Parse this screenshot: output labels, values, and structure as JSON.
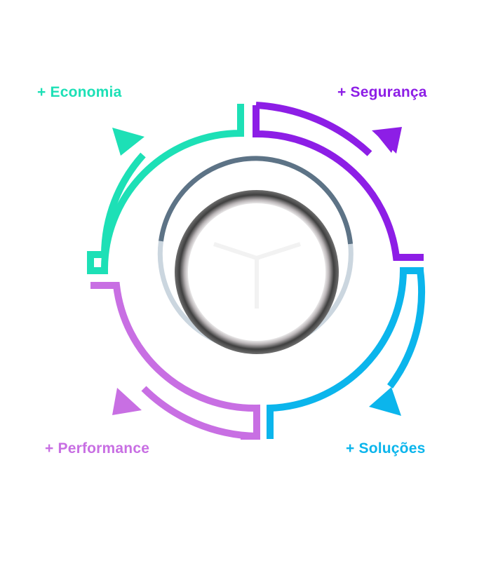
{
  "labels": {
    "economia": "+ Economia",
    "seguranca": "+ Segurança",
    "performance": "+ Performance",
    "solucoes": "+ Soluções"
  },
  "colors": {
    "economia": "#1de0b6",
    "seguranca": "#8d1ee6",
    "performance": "#c86fe3",
    "solucoes": "#0bb5ec",
    "ring_dark": "#5d7386",
    "ring_light": "#cbd6df",
    "hub_ring": "#4a4a4a",
    "hub_center": "#ffffff"
  },
  "icons": {
    "center_logo": "cube-logo-icon"
  }
}
